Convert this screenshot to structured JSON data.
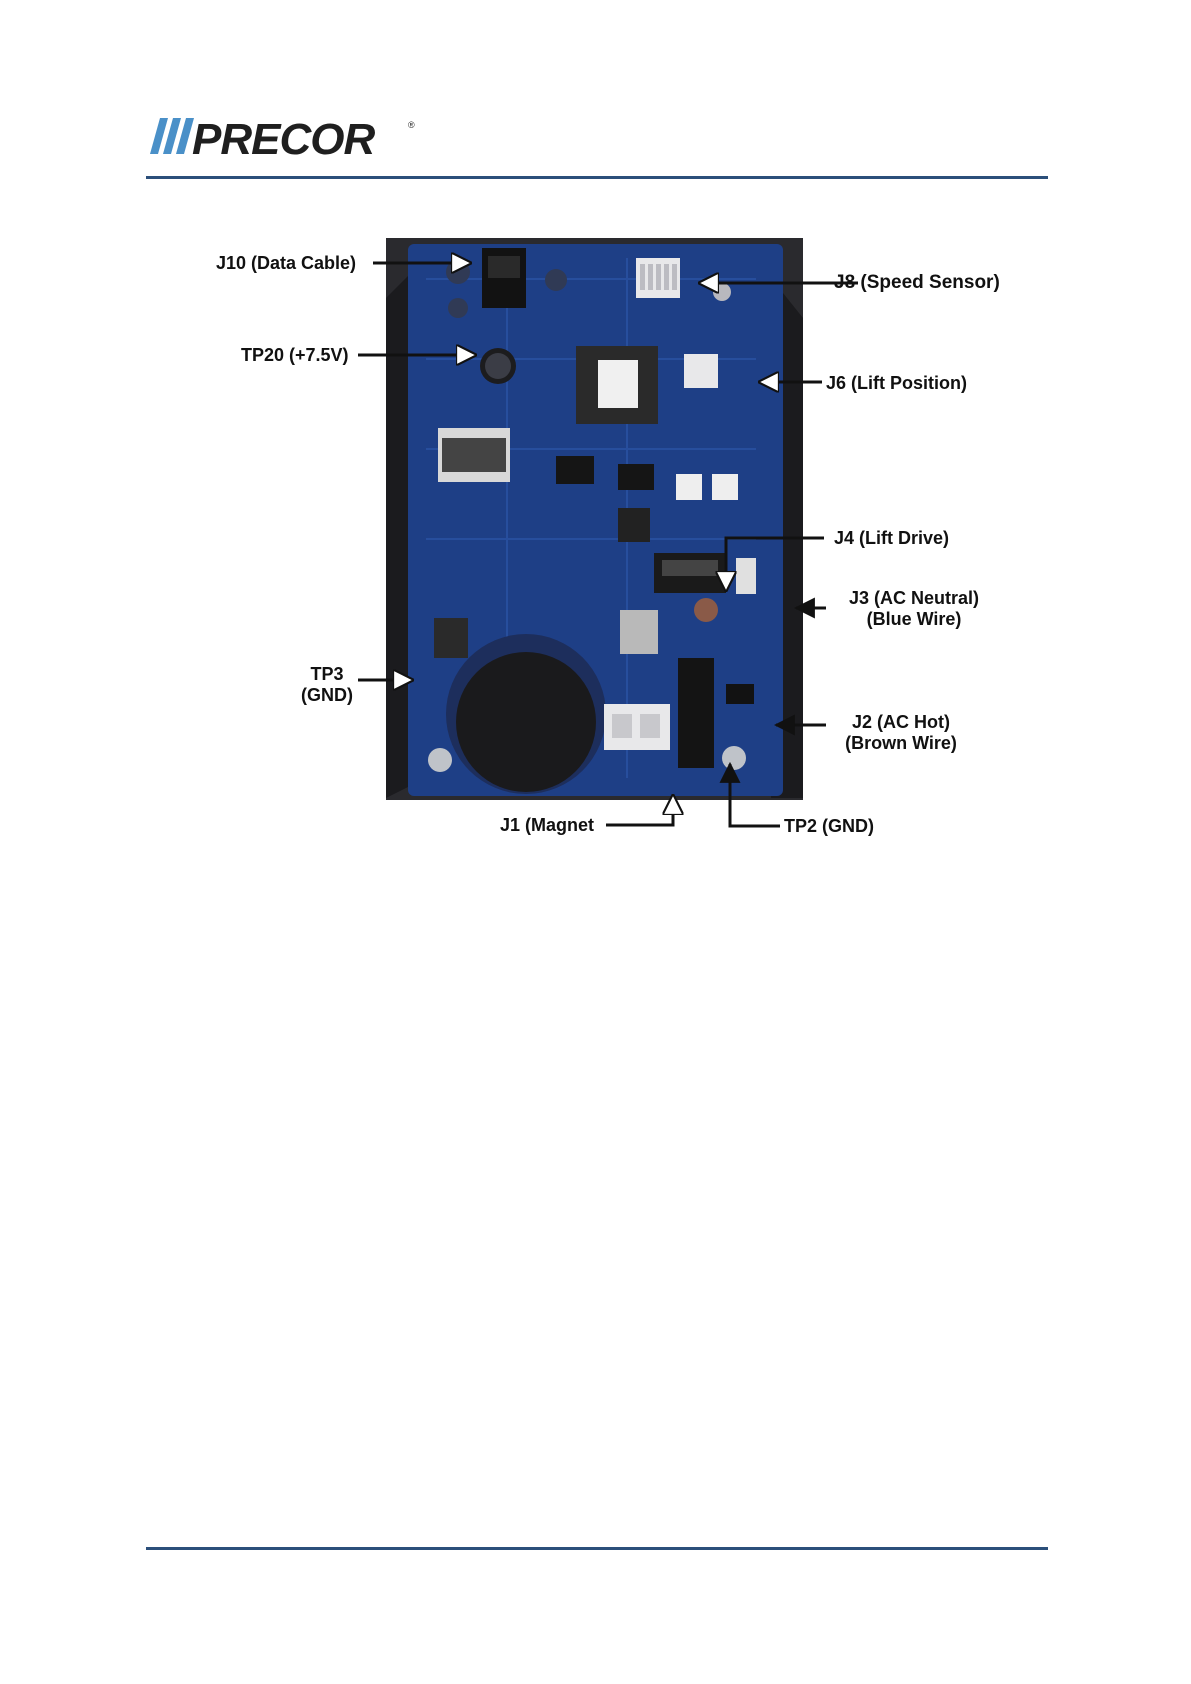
{
  "header": {
    "logo_text": "PRECOR",
    "brand_color": "#1f1f1f",
    "accent_color": "#4a90c8",
    "rule_color": "#2b4f7a"
  },
  "figure": {
    "callouts": {
      "j10": "J10 (Data Cable)",
      "j8": "J8 (Speed Sensor)",
      "tp20": "TP20 (+7.5V)",
      "j6": "J6 (Lift Position)",
      "j4": "J4 (Lift Drive)",
      "j3_line1": "J3 (AC Neutral)",
      "j3_line2": "(Blue Wire)",
      "tp3_line1": "TP3",
      "tp3_line2": "(GND)",
      "j2_line1": "J2 (AC Hot)",
      "j2_line2": "(Brown Wire)",
      "j1": "J1 (Magnet",
      "tp2": "TP2 (GND)"
    },
    "board_colors": {
      "pcb": "#1e3f86",
      "pcb_dark": "#142a5c",
      "background": "#2a2a2e",
      "capacitor": "#1d2e5c",
      "connector": "#e8e8ea"
    }
  }
}
